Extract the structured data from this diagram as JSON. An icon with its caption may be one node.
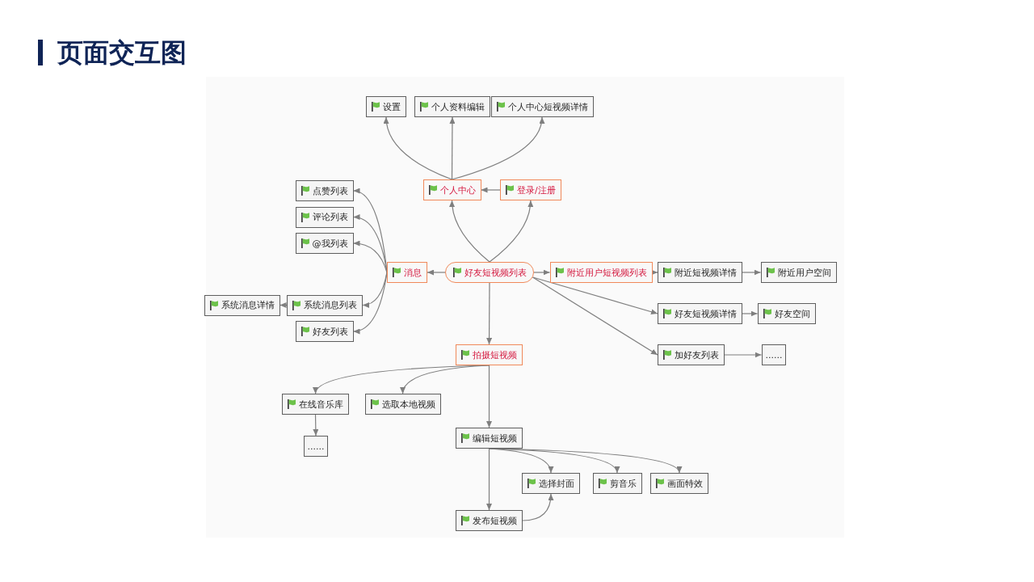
{
  "diagram": {
    "title": "页面交互图",
    "nodes": [
      {
        "text": [
          "设置"
        ]
      },
      {
        "text": [
          "个人资料编辑"
        ]
      },
      {
        "text": [
          "个人中心短视频详情"
        ]
      },
      {
        "text": [
          "个人中心"
        ]
      },
      {
        "text": [
          "登录/注册"
        ]
      },
      {
        "text": [
          "点赞列表"
        ]
      },
      {
        "text": [
          "评论列表"
        ]
      },
      {
        "text": [
          "@我列表"
        ]
      },
      {
        "text": [
          "消息"
        ]
      },
      {
        "text": [
          "好友短视频列表"
        ]
      },
      {
        "text": [
          "附近用户短视频列表"
        ]
      },
      {
        "text": [
          "附近短视频详情"
        ]
      },
      {
        "text": [
          "附近用户空间"
        ]
      },
      {
        "text": [
          "系统消息详情"
        ]
      },
      {
        "text": [
          "系统消息列表"
        ]
      },
      {
        "text": [
          "好友列表"
        ]
      },
      {
        "text": [
          "好友短视频详情"
        ]
      },
      {
        "text": [
          "好友空间"
        ]
      },
      {
        "text": [
          "拍摄短视频"
        ]
      },
      {
        "text": [
          "加好友列表"
        ]
      },
      {
        "text": [
          "......"
        ]
      },
      {
        "text": [
          "在线音乐库"
        ]
      },
      {
        "text": [
          "选取本地视频"
        ]
      },
      {
        "text": [
          "......"
        ]
      },
      {
        "text": [
          "编辑短视频"
        ]
      },
      {
        "text": [
          "选择封面"
        ]
      },
      {
        "text": [
          "剪音乐"
        ]
      },
      {
        "text": [
          "画面特效"
        ]
      },
      {
        "text": [
          "发布短视频"
        ]
      }
    ],
    "edges": [
      {
        "from": 3,
        "to": 0,
        "arrow": "to"
      },
      {
        "from": 3,
        "to": 1,
        "arrow": "to"
      },
      {
        "from": 3,
        "to": 2,
        "arrow": "to"
      },
      {
        "from": 4,
        "to": 3,
        "arrow": "to"
      },
      {
        "from": 9,
        "to": 3,
        "arrow": "to"
      },
      {
        "from": 9,
        "to": 4,
        "arrow": "to"
      },
      {
        "from": 9,
        "to": 8,
        "arrow": "to"
      },
      {
        "from": 8,
        "to": 5,
        "arrow": "to"
      },
      {
        "from": 8,
        "to": 6,
        "arrow": "to"
      },
      {
        "from": 8,
        "to": 7,
        "arrow": "to"
      },
      {
        "from": 8,
        "to": 14,
        "arrow": "to"
      },
      {
        "from": 8,
        "to": 15,
        "arrow": "to"
      },
      {
        "from": 14,
        "to": 13,
        "arrow": "to"
      },
      {
        "from": 9,
        "to": 10,
        "arrow": "to"
      },
      {
        "from": 9,
        "to": 16,
        "arrow": "to"
      },
      {
        "from": 9,
        "to": 19,
        "arrow": "to"
      },
      {
        "from": 10,
        "to": 11,
        "arrow": "to"
      },
      {
        "from": 11,
        "to": 12,
        "arrow": "to"
      },
      {
        "from": 16,
        "to": 17,
        "arrow": "to"
      },
      {
        "from": 19,
        "to": 20,
        "arrow": "to"
      },
      {
        "from": 9,
        "to": 18,
        "arrow": "to"
      },
      {
        "from": 18,
        "to": 21,
        "arrow": "to"
      },
      {
        "from": 18,
        "to": 22,
        "arrow": "to"
      },
      {
        "from": 18,
        "to": 24,
        "arrow": "to"
      },
      {
        "from": 21,
        "to": 23,
        "arrow": "to"
      },
      {
        "from": 24,
        "to": 25,
        "arrow": "to"
      },
      {
        "from": 24,
        "to": 26,
        "arrow": "to"
      },
      {
        "from": 24,
        "to": 27,
        "arrow": "to"
      },
      {
        "from": 24,
        "to": 28,
        "arrow": "to"
      },
      {
        "from": 28,
        "to": 25,
        "arrow": "to"
      }
    ]
  }
}
